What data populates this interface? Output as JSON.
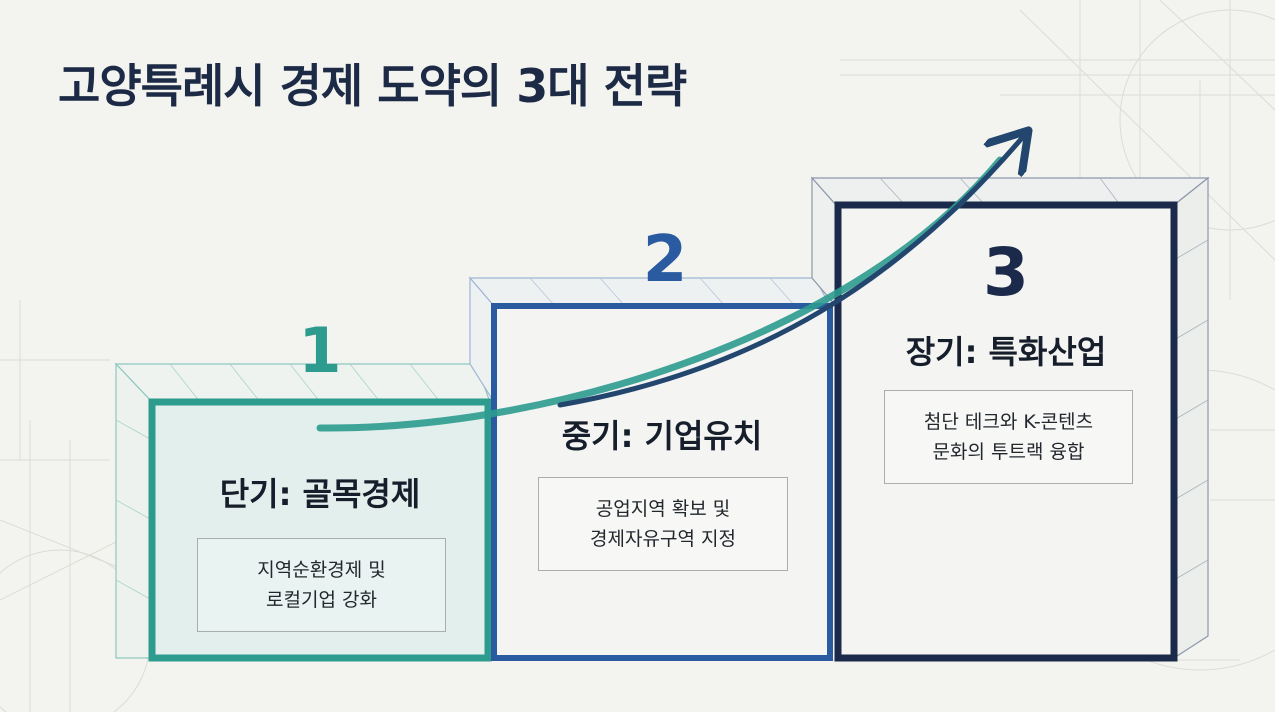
{
  "title": "고양특례시 경제 도약의 3대 전략",
  "colors": {
    "background": "#f3f4f0",
    "title": "#1c2a45",
    "step1": "#2e9b8f",
    "step2": "#2a5aa0",
    "step3": "#1b2a4a",
    "arrow": "#23466f"
  },
  "steps": [
    {
      "number": "1",
      "title": "단기: 골목경제",
      "lines": [
        "지역순환경제 및",
        "로컬기업 강화"
      ]
    },
    {
      "number": "2",
      "title": "중기: 기업유치",
      "lines": [
        "공업지역 확보 및",
        "경제자유구역 지정"
      ]
    },
    {
      "number": "3",
      "title": "장기: 특화산업",
      "lines": [
        "첨단 테크와 K-콘텐츠",
        "문화의 투트랙 융합"
      ]
    }
  ],
  "icons": {
    "growth_arrow": "upward-curved-arrow"
  }
}
